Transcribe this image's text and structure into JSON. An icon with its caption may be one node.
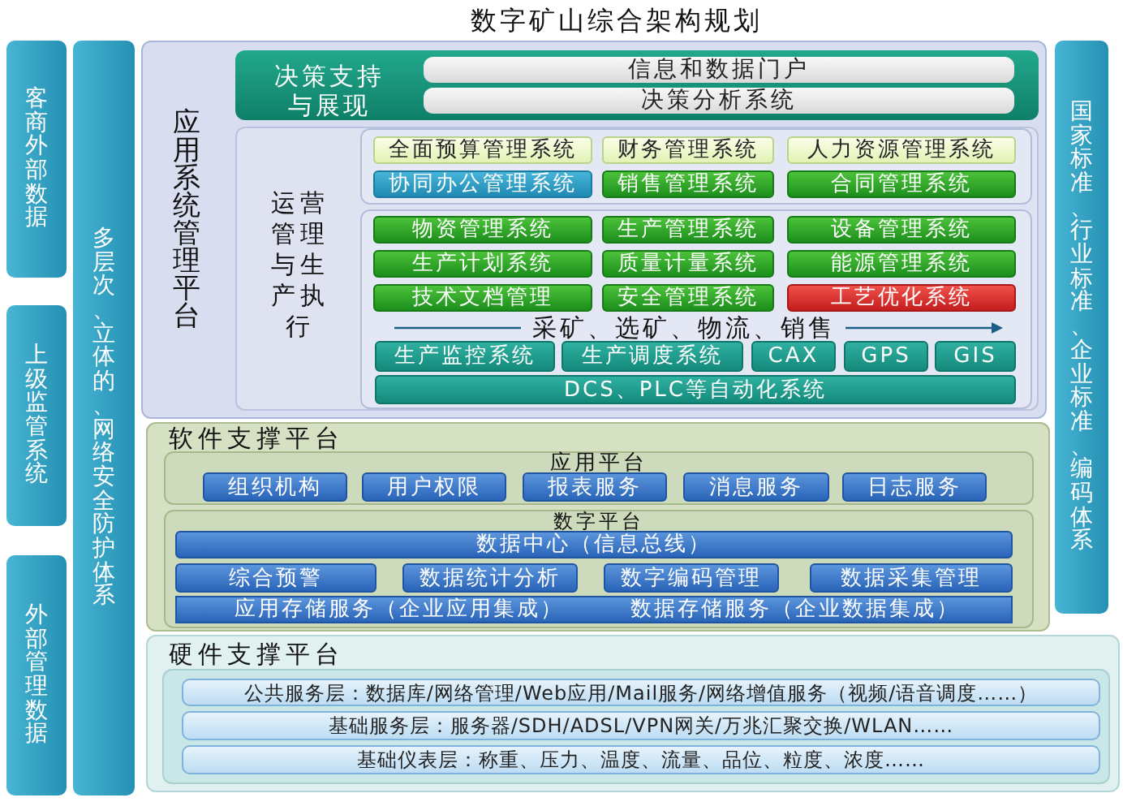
{
  "diagram": {
    "title": "数字矿山综合架构规划",
    "nodes": [
      {
        "text": [
          "客商外部数据"
        ]
      },
      {
        "text": [
          "上级监管系统"
        ]
      },
      {
        "text": [
          "外部管理数据"
        ]
      },
      {
        "text": [
          "多层次、立体的、网络安全防护体系"
        ]
      },
      {
        "text": [
          "应用系统管理平台"
        ]
      },
      {
        "text": [
          "决策支持与展现"
        ],
        "in": 4
      },
      {
        "text": [
          "信息和数据门户"
        ],
        "in": 5
      },
      {
        "text": [
          "决策分析系统"
        ],
        "in": 5
      },
      {
        "text": [
          "运营管理与生产执行"
        ],
        "in": 4
      },
      {
        "text": [],
        "shape": "box",
        "in": 8
      },
      {
        "text": [
          "全面预算管理系统"
        ],
        "in": 9
      },
      {
        "text": [
          "财务管理系统"
        ],
        "in": 9
      },
      {
        "text": [
          "人力资源管理系统"
        ],
        "in": 9
      },
      {
        "text": [
          "协同办公管理系统"
        ],
        "in": 9
      },
      {
        "text": [
          "销售管理系统"
        ],
        "in": 9
      },
      {
        "text": [
          "合同管理系统"
        ],
        "in": 9
      },
      {
        "text": [],
        "shape": "box",
        "in": 8
      },
      {
        "text": [
          "物资管理系统"
        ],
        "in": 16
      },
      {
        "text": [
          "生产管理系统"
        ],
        "in": 16
      },
      {
        "text": [
          "设备管理系统"
        ],
        "in": 16
      },
      {
        "text": [
          "生产计划系统"
        ],
        "in": 16
      },
      {
        "text": [
          "质量计量系统"
        ],
        "in": 16
      },
      {
        "text": [
          "能源管理系统"
        ],
        "in": 16
      },
      {
        "text": [
          "技术文档管理"
        ],
        "in": 16
      },
      {
        "text": [
          "安全管理系统"
        ],
        "in": 16
      },
      {
        "text": [
          "工艺优化系统"
        ],
        "in": 16
      },
      {
        "text": [
          "生产监控系统"
        ],
        "in": 16
      },
      {
        "text": [
          "生产调度系统"
        ],
        "in": 16
      },
      {
        "text": [
          "CAX"
        ],
        "in": 16
      },
      {
        "text": [
          "GPS"
        ],
        "in": 16
      },
      {
        "text": [
          "GIS"
        ],
        "in": 16
      },
      {
        "text": [
          "DCS、PLC等自动化系统"
        ],
        "in": 16
      },
      {
        "text": [
          "软件支撑平台"
        ]
      },
      {
        "text": [
          "应用平台"
        ],
        "in": 32
      },
      {
        "text": [
          "组织机构"
        ],
        "in": 33
      },
      {
        "text": [
          "用户权限"
        ],
        "in": 33
      },
      {
        "text": [
          "报表服务"
        ],
        "in": 33
      },
      {
        "text": [
          "消息服务"
        ],
        "in": 33
      },
      {
        "text": [
          "日志服务"
        ],
        "in": 33
      },
      {
        "text": [
          "数字平台"
        ],
        "in": 32
      },
      {
        "text": [
          "数据中心（信息总线）"
        ],
        "in": 39
      },
      {
        "text": [
          "综合预警"
        ],
        "in": 39
      },
      {
        "text": [
          "数据统计分析"
        ],
        "in": 39
      },
      {
        "text": [
          "数字编码管理"
        ],
        "in": 39
      },
      {
        "text": [
          "数据采集管理"
        ],
        "in": 39
      },
      {
        "text": [
          "应用存储服务（企业应用集成）",
          "数据存储服务（企业数据集成）"
        ],
        "in": 39
      },
      {
        "text": [
          "硬件支撑平台"
        ]
      },
      {
        "text": [],
        "shape": "box",
        "in": 46
      },
      {
        "text": [
          "公共服务层：数据库/网络管理/Web应用/Mail服务/网络增值服务（视频/语音调度……）"
        ],
        "in": 47
      },
      {
        "text": [
          "基础服务层：服务器/SDH/ADSL/VPN网关/万兆汇聚交换/WLAN……"
        ],
        "in": 47
      },
      {
        "text": [
          "基础仪表层：称重、压力、温度、流量、品位、粒度、浓度……"
        ],
        "in": 47
      },
      {
        "text": [
          "国家标准、行业标准、企业标准、编码体系"
        ]
      }
    ],
    "labels": [
      "采矿、选矿、物流、销售"
    ]
  }
}
